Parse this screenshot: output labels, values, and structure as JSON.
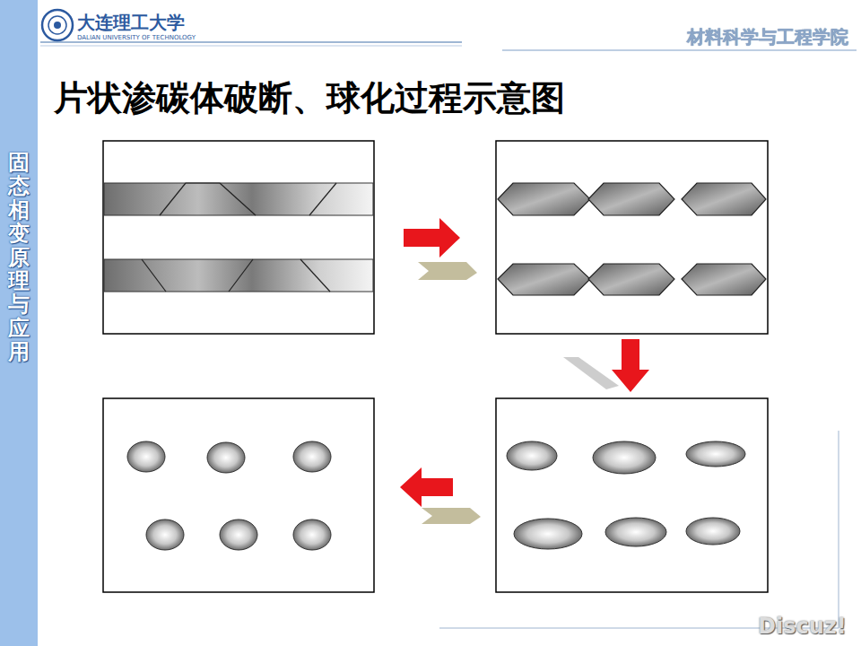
{
  "diagram": {
    "title": "片状渗碳体破断、球化过程示意图",
    "nodes": [
      {
        "text": [
          "固态相变原理与应用"
        ]
      }
    ],
    "labels": [
      "大连理工大学",
      "DALIAN UNIVERSITY OF TECHNOLOGY",
      "材料科学与工程学院",
      "Discuz!"
    ]
  }
}
